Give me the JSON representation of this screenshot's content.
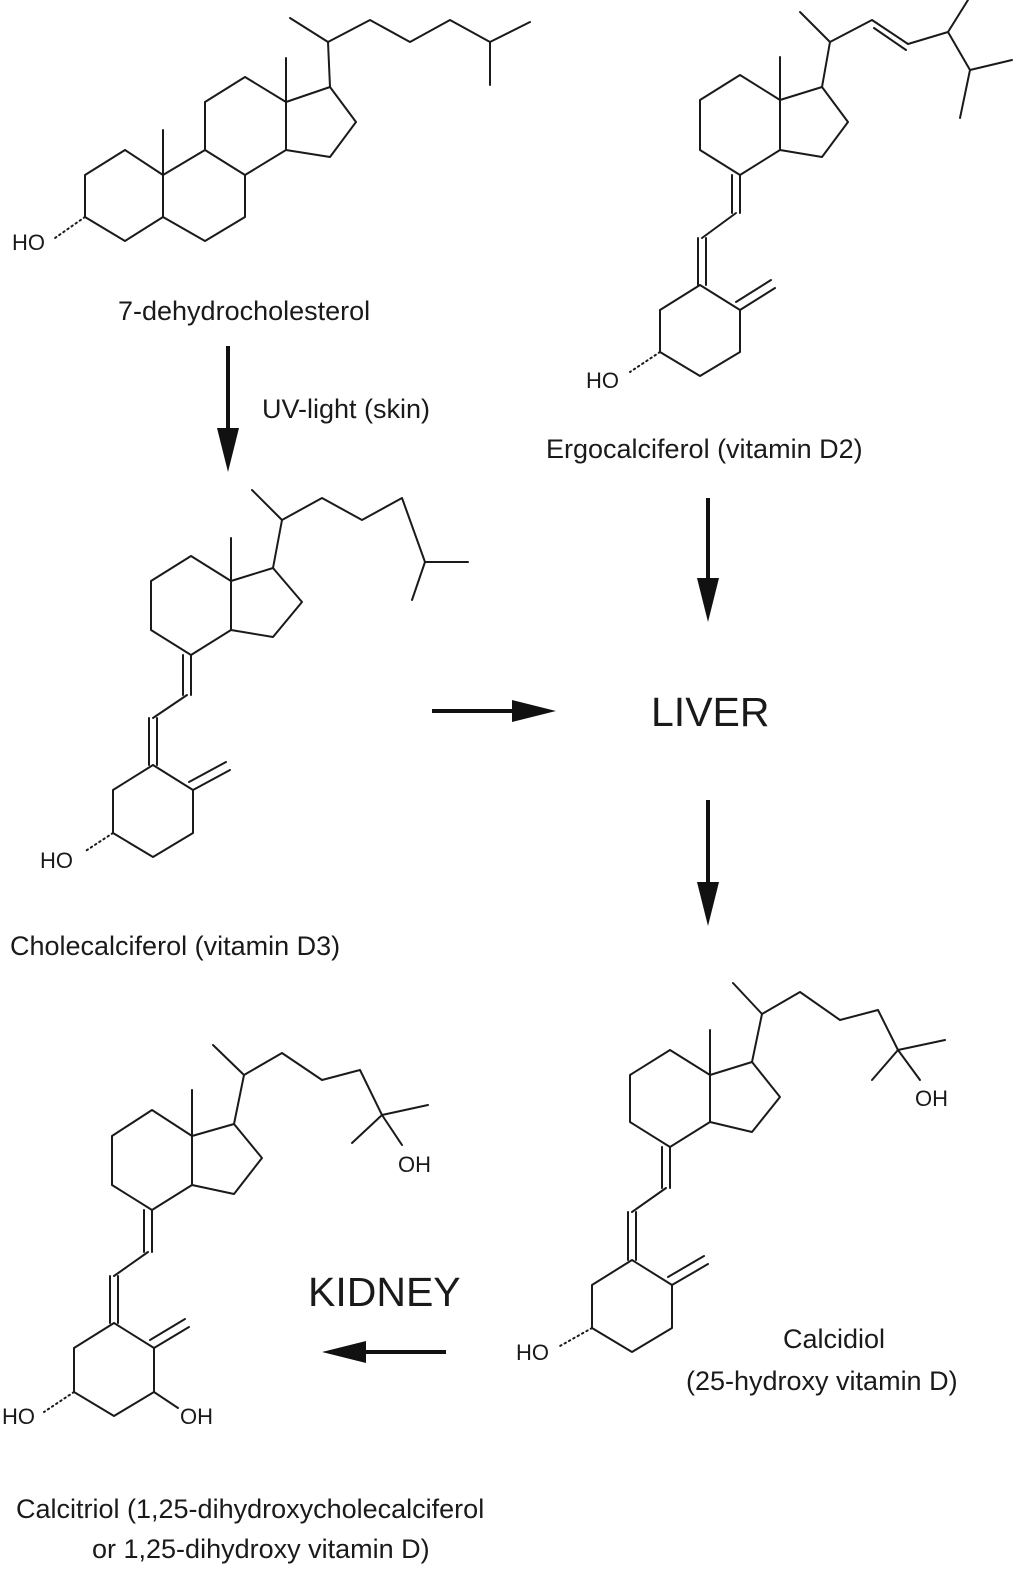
{
  "compounds": {
    "dehydrocholesterol": {
      "name": "7-dehydrocholesterol",
      "atom_ho": "HO"
    },
    "ergocalciferol": {
      "name": "Ergocalciferol (vitamin D2)",
      "atom_ho": "HO"
    },
    "cholecalciferol": {
      "name": "Cholecalciferol (vitamin D3)",
      "atom_ho": "HO"
    },
    "calcidiol": {
      "name_line1": "Calcidiol",
      "name_line2": "(25-hydroxy vitamin D)",
      "atom_ho": "HO",
      "atom_oh": "OH"
    },
    "calcitriol": {
      "name_line1": "Calcitriol (1,25-dihydroxycholecalciferol",
      "name_line2": "or 1,25-dihydroxy vitamin D)",
      "atom_ho": "HO",
      "atom_oh_ring": "OH",
      "atom_oh_chain": "OH"
    }
  },
  "steps": {
    "uv": "UV-light (skin)"
  },
  "organs": {
    "liver": "LIVER",
    "kidney": "KIDNEY"
  }
}
